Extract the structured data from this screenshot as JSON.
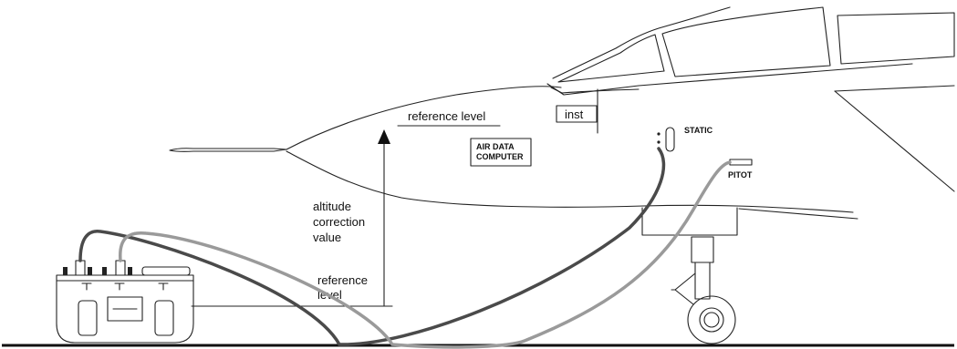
{
  "labels": {
    "reference_level_top": "reference level",
    "inst": "inst",
    "adc_line1": "AIR DATA",
    "adc_line2": "COMPUTER",
    "static": "STATIC",
    "pitot": "PITOT",
    "altitude_line1": "altitude",
    "altitude_line2": "correction",
    "altitude_line3": "value",
    "reference_level_bottom_line1": "reference",
    "reference_level_bottom_line2": "level"
  },
  "colors": {
    "outline": "#222222",
    "static_hose": "#4a4a4a",
    "pitot_hose": "#9a9a9a",
    "ground": "#111111"
  }
}
